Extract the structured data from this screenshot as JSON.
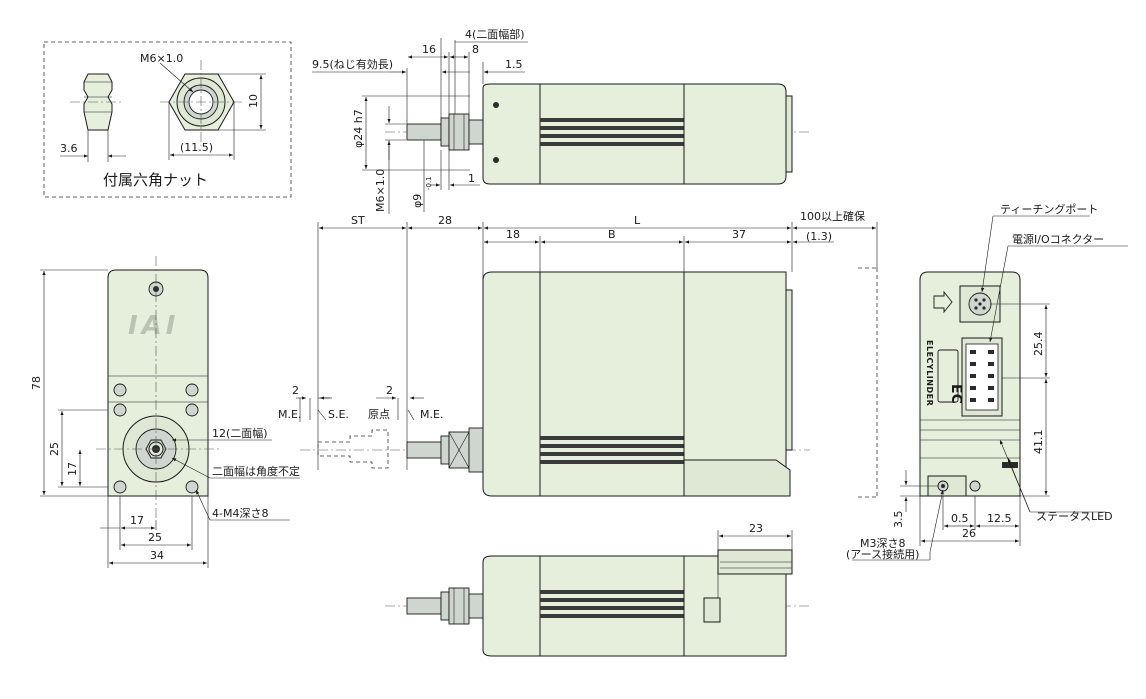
{
  "labels": {
    "nut_caption": "付属六角ナット",
    "nut_thread": "M6×1.0",
    "nut_width": "(11.5)",
    "nut_thick": "3.6",
    "nut_height": "10",
    "top_16": "16",
    "top_4": "4(二面幅部)",
    "top_8": "8",
    "top_95": "9.5(ねじ有効長)",
    "top_15": "1.5",
    "top_phi24": "φ24 h7",
    "top_m6": "M6×1.0",
    "top_phi9": "φ9",
    "top_phi9_tol": "-0.1",
    "top_1": "1",
    "dim_st": "ST",
    "dim_28": "28",
    "dim_L": "L",
    "dim_100": "100以上確保",
    "dim_18": "18",
    "dim_B": "B",
    "dim_37": "37",
    "dim_13": "(1.3)",
    "front_78": "78",
    "front_25v": "25",
    "front_17v": "17",
    "front_12": "12(二面幅)",
    "front_angle": "二面幅は角度不定",
    "front_m4": "4-M4深さ8",
    "front_17h": "17",
    "front_25h": "25",
    "front_34": "34",
    "logo": "IAI",
    "side_2a": "2",
    "side_2b": "2",
    "side_me1": "M.E.",
    "side_se": "S.E.",
    "side_origin": "原点",
    "side_me2": "M.E.",
    "bottom_23": "23",
    "rear_teaching": "ティーチングポート",
    "rear_power": "電源I/Oコネクター",
    "rear_254": "25.4",
    "rear_411": "41.1",
    "rear_status": "ステータスLED",
    "rear_35": "3.5",
    "rear_05": "0.5",
    "rear_125": "12.5",
    "rear_26": "26",
    "rear_m3": "M3深さ8",
    "rear_earth": "(アース接続用)",
    "rear_brand": "ELECYLINDER"
  }
}
